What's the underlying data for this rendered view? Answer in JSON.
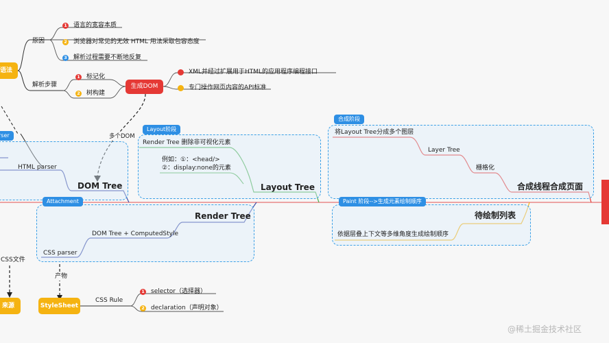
{
  "nodes": {
    "grammar": "语法",
    "generate_dom": "生成DOM",
    "parser_tag": "rser",
    "stylesheet": "StyleSheet",
    "source": "来源"
  },
  "branches": {
    "reason": "原因",
    "parse_steps": "解析步骤",
    "reasons": [
      {
        "num": "1",
        "text": "语言的宽容本质"
      },
      {
        "num": "2",
        "text": "浏览器对常见的无效 HTML 用法采取包容态度"
      },
      {
        "num": "3",
        "text": "解析过程需要不断地反复"
      }
    ],
    "steps": [
      {
        "num": "1",
        "text": "标记化"
      },
      {
        "num": "2",
        "text": "树构建"
      }
    ],
    "dom_items": [
      "XML并经过扩展用于HTML的应用程序编程接口",
      "专门操作网页内容的API标准"
    ]
  },
  "labels": {
    "multi_dom": "多个DOM",
    "html_parser": "HTML parser",
    "dom_tree": "DOM Tree",
    "css_file": "CSS文件",
    "product": "产物",
    "css_rule": "CSS Rule",
    "css_rules": [
      {
        "num": "1",
        "text": "selector（选择器）"
      },
      {
        "num": "2",
        "text": "declaration（声明对象）"
      }
    ]
  },
  "layout_stage": {
    "tag": "Layout阶段",
    "line1": "Render Tree 删除非可视化元素",
    "example": "例如：①：<head/>",
    "example2": "②：display:none的元素",
    "title": "Layout Tree"
  },
  "composite_stage": {
    "tag": "合成阶段",
    "line1": "将Layout Tree分成多个图层",
    "line2": "Layer Tree",
    "line3": "栅格化",
    "title": "合成线程合成页面"
  },
  "attachment": {
    "tag": "Attachment",
    "title": "Render Tree",
    "line1": "DOM Tree + ComputedStyle",
    "css_parser": "CSS parser"
  },
  "paint_stage": {
    "tag": "Paint 阶段-->生成元素绘制顺序",
    "title": "待绘制列表",
    "line1": "依据层叠上下文等多维角度生成绘制顺序"
  },
  "watermark": "@稀土掘金技术社区",
  "colors": {
    "orange": "#f5b311",
    "red": "#e53935",
    "blue": "#2e8fe4",
    "green": "#4caf50",
    "navy": "#3f4fa8"
  }
}
